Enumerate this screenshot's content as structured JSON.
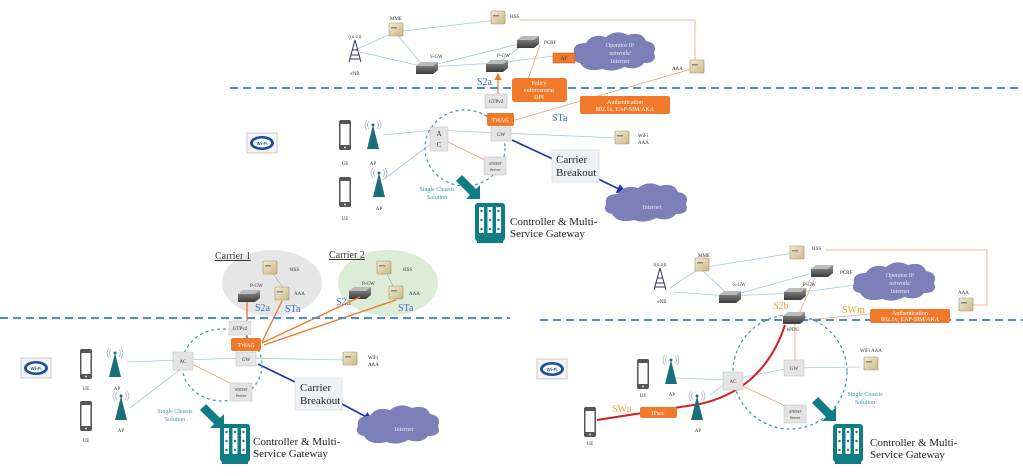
{
  "colors": {
    "teal": "#0e7d84",
    "orange": "#f07a2a",
    "cloud": "#7d7fb8",
    "dash_blue": "#4a8fd0",
    "carrier_blue": "#1e2fb8",
    "red": "#d42020",
    "light_line": "#a8c8e0",
    "orange_line": "#f0a070"
  },
  "panel_top": {
    "nodes": {
      "enb": "eNB",
      "mme": "MME",
      "hss": "HSS",
      "sgw": "S-GW",
      "pgw": "P-GW",
      "pcrf": "PCRF",
      "af": "AF",
      "aaa": "AAA",
      "cloud": [
        "Operator IP",
        "network/",
        "Internet"
      ],
      "gtpv2": "GTPv2",
      "twag": "TWAG",
      "gw": "GW",
      "ac_a": "A",
      "ac_c": "C",
      "andsf": [
        "ANDSF",
        "Server"
      ],
      "wifi_aaa": [
        "WiFi",
        "AAA"
      ],
      "ue1": "UE",
      "ue2": "UE",
      "ap1": "AP",
      "ap2": "AP",
      "internet": "Internet"
    },
    "policy_box": [
      "Policy",
      "enforcement",
      "DPI"
    ],
    "auth_box": [
      "Authentication",
      "802.1x, EAP-SIM/AKA"
    ],
    "s2a": "S2a",
    "sta": "STa",
    "carrier_breakout": [
      "Carrier",
      "Breakout"
    ],
    "single_chassis": [
      "Single Chassis",
      "Solution"
    ],
    "controller": [
      "Controller  & Multi-",
      "Service Gateway"
    ]
  },
  "panel_left": {
    "carrier1": "Carrier 1",
    "carrier2": "Carrier 2",
    "nodes": {
      "hss1": "HSS",
      "pgw1": "P-GW",
      "aaa1": "AAA",
      "hss2": "HSS",
      "pgw2": "P-GW",
      "aaa2": "AAA",
      "gtpv2": "GTPv2",
      "twag": "TWAG",
      "gw": "GW",
      "ac": "AC",
      "andsf": [
        "ANDSF",
        "Server"
      ],
      "wifi_aaa": [
        "WiFi",
        "AAA"
      ],
      "ue1": "UE",
      "ue2": "UE",
      "ap1": "AP",
      "ap2": "AP",
      "internet": "Internet"
    },
    "s2a_1": "S2a",
    "sta_1": "STa",
    "s2a_2": "S2a",
    "sta_2": "STa",
    "carrier_breakout": [
      "Carrier",
      "Breakout"
    ],
    "single_chassis": [
      "Single Chassis",
      "Solution"
    ],
    "controller": [
      "Controller  & Multi-",
      "Service Gateway"
    ]
  },
  "panel_right": {
    "nodes": {
      "enb": "eNB",
      "mme": "MME",
      "hss": "HSS",
      "sgw": "S-GW",
      "pgw": "P-GW",
      "pcrf": "PCRF",
      "aaa": "AAA",
      "epdg": "ePDG",
      "cloud": [
        "Operator IP",
        "network/",
        "Internet"
      ],
      "ac": "AC",
      "gw": "GW",
      "andsf": [
        "ANDSF",
        "Server"
      ],
      "wifi_aaa": "WiFi AAA",
      "ue1": "UE",
      "ue2": "UE",
      "ap1": "AP",
      "ap2": "AP"
    },
    "s2b": "S2b",
    "swm": "SWm",
    "swu": "SWu",
    "ipsec": "IPsec",
    "auth_box": [
      "Authentication",
      "802.1x, EAP-SIM/AKA"
    ],
    "single_chassis": [
      "Single Chassis",
      "Solution"
    ],
    "controller": [
      "Controller  & Multi-",
      "Service Gateway"
    ]
  },
  "wifi_logo": "Wi-Fi"
}
